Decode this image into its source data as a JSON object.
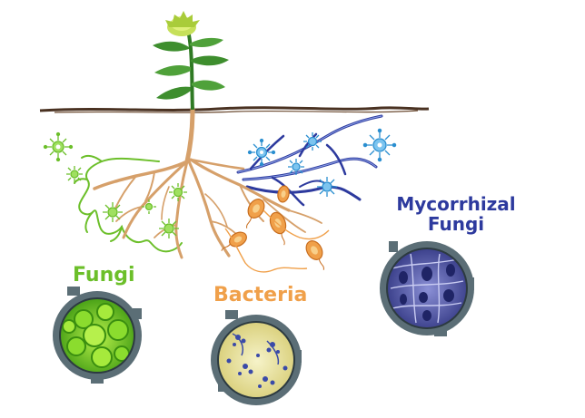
{
  "labels": {
    "fungi": "Fungi",
    "bacteria": "Bacteria",
    "mycorrhizal_line1": "Mycorrhizal",
    "mycorrhizal_line2": "Fungi"
  },
  "colors": {
    "fungi": "#6cbf2a",
    "bacteria": "#f0a04a",
    "mycorrhizal": "#2d3a9e",
    "root": "#d6a06a",
    "soil": "#4a3222",
    "frame": "#5b6e76",
    "leaf": "#3e8e2e",
    "flower": "#c6e05a"
  },
  "icons": {
    "plant": "plant-icon",
    "microbe": "microbe-icon",
    "bacterium": "bacterium-icon",
    "lens": "microscope-lens-icon"
  }
}
